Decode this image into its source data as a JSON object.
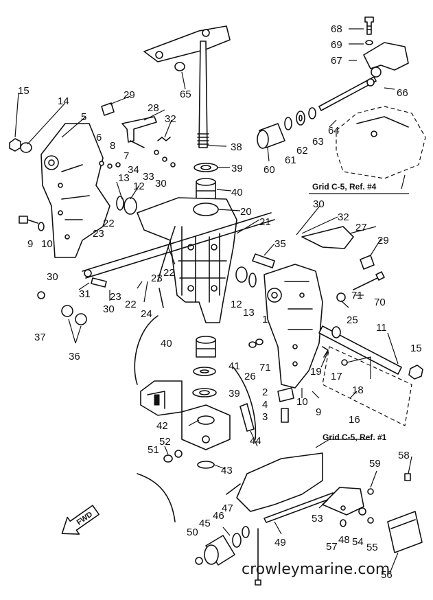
{
  "diagram": {
    "watermark": "crowleymarine.com",
    "fwd_label": "FWD",
    "grid_refs": [
      {
        "id": "ref-top",
        "text": "Grid C-5, Ref. #4"
      },
      {
        "id": "ref-bottom",
        "text": "Grid C-5, Ref. #1"
      }
    ],
    "part_numbers": [
      "1",
      "2",
      "3",
      "4",
      "5",
      "6",
      "7",
      "8",
      "9",
      "10",
      "11",
      "12",
      "13",
      "14",
      "15",
      "16",
      "17",
      "18",
      "19",
      "20",
      "21",
      "22",
      "23",
      "24",
      "25",
      "26",
      "27",
      "28",
      "29",
      "30",
      "31",
      "32",
      "33",
      "34",
      "35",
      "36",
      "37",
      "38",
      "39",
      "40",
      "41",
      "42",
      "43",
      "44",
      "45",
      "46",
      "47",
      "48",
      "49",
      "50",
      "51",
      "52",
      "53",
      "54",
      "55",
      "56",
      "57",
      "58",
      "59",
      "60",
      "61",
      "62",
      "63",
      "64",
      "65",
      "66",
      "67",
      "68",
      "69",
      "70",
      "71"
    ]
  }
}
